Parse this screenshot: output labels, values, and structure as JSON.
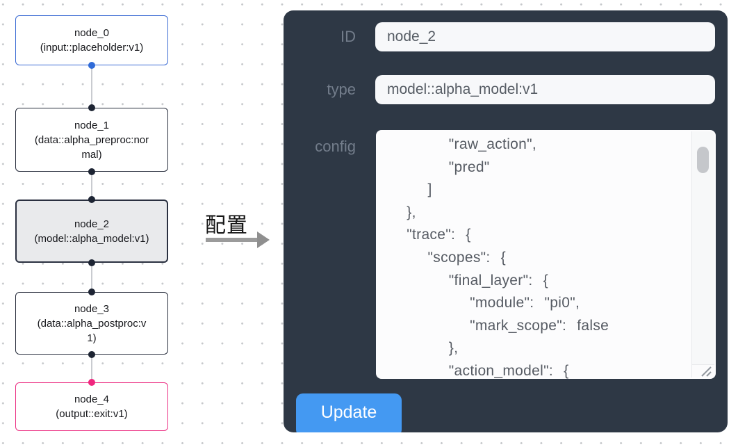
{
  "canvas": {
    "nodes": [
      {
        "id": "node_0",
        "title": "node_0",
        "subtitle": "(input::placeholder:v1)",
        "kind": "input",
        "border_color": "#3a6ad3"
      },
      {
        "id": "node_1",
        "title": "node_1",
        "subtitle": "(data::alpha_preproc:normal)",
        "kind": "default",
        "border_color": "#252b3a"
      },
      {
        "id": "node_2",
        "title": "node_2",
        "subtitle": "(model::alpha_model:v1)",
        "kind": "selected",
        "border_color": "#2a3040"
      },
      {
        "id": "node_3",
        "title": "node_3",
        "subtitle": "(data::alpha_postproc:v1)",
        "kind": "default",
        "border_color": "#252b3a"
      },
      {
        "id": "node_4",
        "title": "node_4",
        "subtitle": "(output::exit:v1)",
        "kind": "output",
        "border_color": "#eb2d82"
      }
    ]
  },
  "transition": {
    "label": "配置"
  },
  "panel": {
    "fields": [
      {
        "label": "ID",
        "value": "node_2"
      },
      {
        "label": "type",
        "value": "model::alpha_model:v1"
      }
    ],
    "config_label": "config",
    "config_lines": [
      "      \"raw_action\",",
      "      \"pred\"",
      "    ]",
      "  },",
      "  \"trace\": {",
      "    \"scopes\": {",
      "      \"final_layer\": {",
      "        \"module\": \"pi0\",",
      "        \"mark_scope\": false",
      "      },",
      "      \"action_model\": {"
    ],
    "update_label": "Update"
  },
  "colors": {
    "panel_bg": "#2e3845",
    "update_button": "#4499f2",
    "input_node_blue": "#3a6ad3",
    "output_node_pink": "#eb2d82",
    "selected_node_bg": "#e9eaec",
    "edge_gray": "#c9cbd0",
    "handle_dark": "#1d2433",
    "handle_blue": "#2f6bd8",
    "handle_pink": "#f0267e"
  }
}
